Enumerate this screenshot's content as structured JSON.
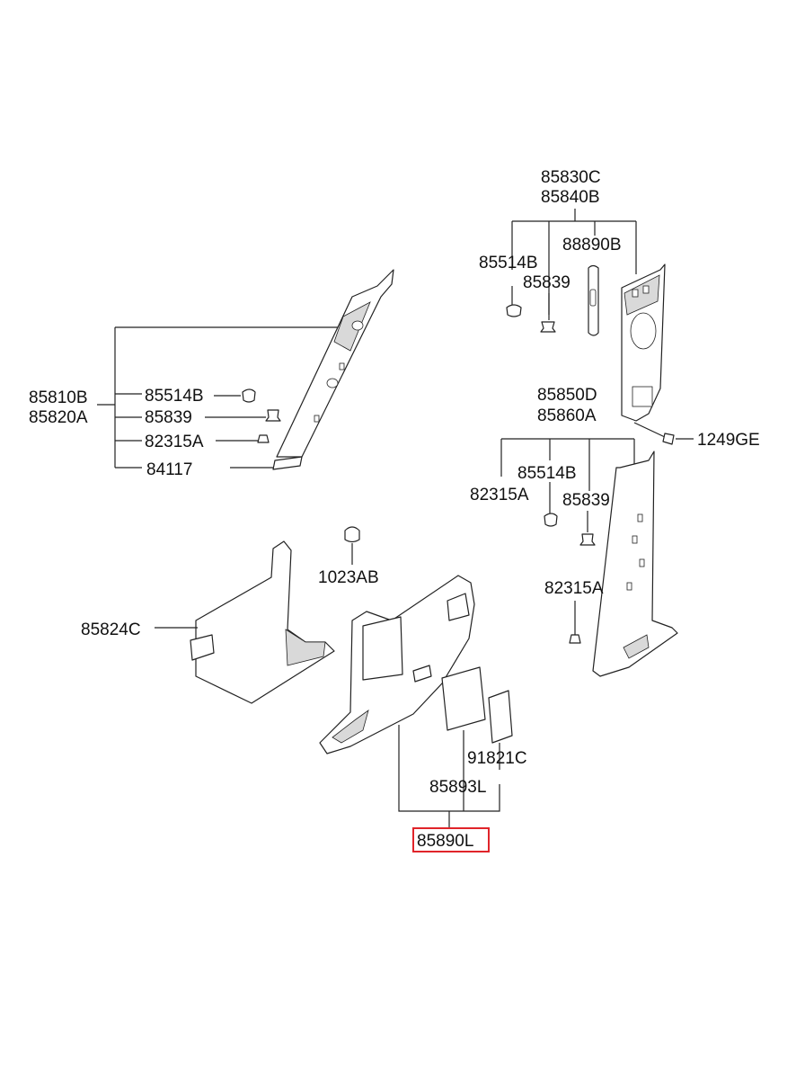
{
  "labels": {
    "l85830C": "85830C",
    "l85840B": "85840B",
    "l85514B_top": "85514B",
    "l85839_top": "85839",
    "l88890B": "88890B",
    "l85810B": "85810B",
    "l85820A": "85820A",
    "l85514B_left": "85514B",
    "l85839_left": "85839",
    "l82315A_left": "82315A",
    "l84117": "84117",
    "l85850D": "85850D",
    "l85860A": "85860A",
    "l1249GE": "1249GE",
    "l82315A_mid": "82315A",
    "l85514B_mid": "85514B",
    "l85839_mid": "85839",
    "l82315A_low": "82315A",
    "l1023AB": "1023AB",
    "l85824C": "85824C",
    "l91821C": "91821C",
    "l85893L": "85893L",
    "l85890L": "85890L"
  },
  "colors": {
    "highlight": "#e0242a",
    "line": "#222222",
    "shading": "#d9d9d9"
  }
}
